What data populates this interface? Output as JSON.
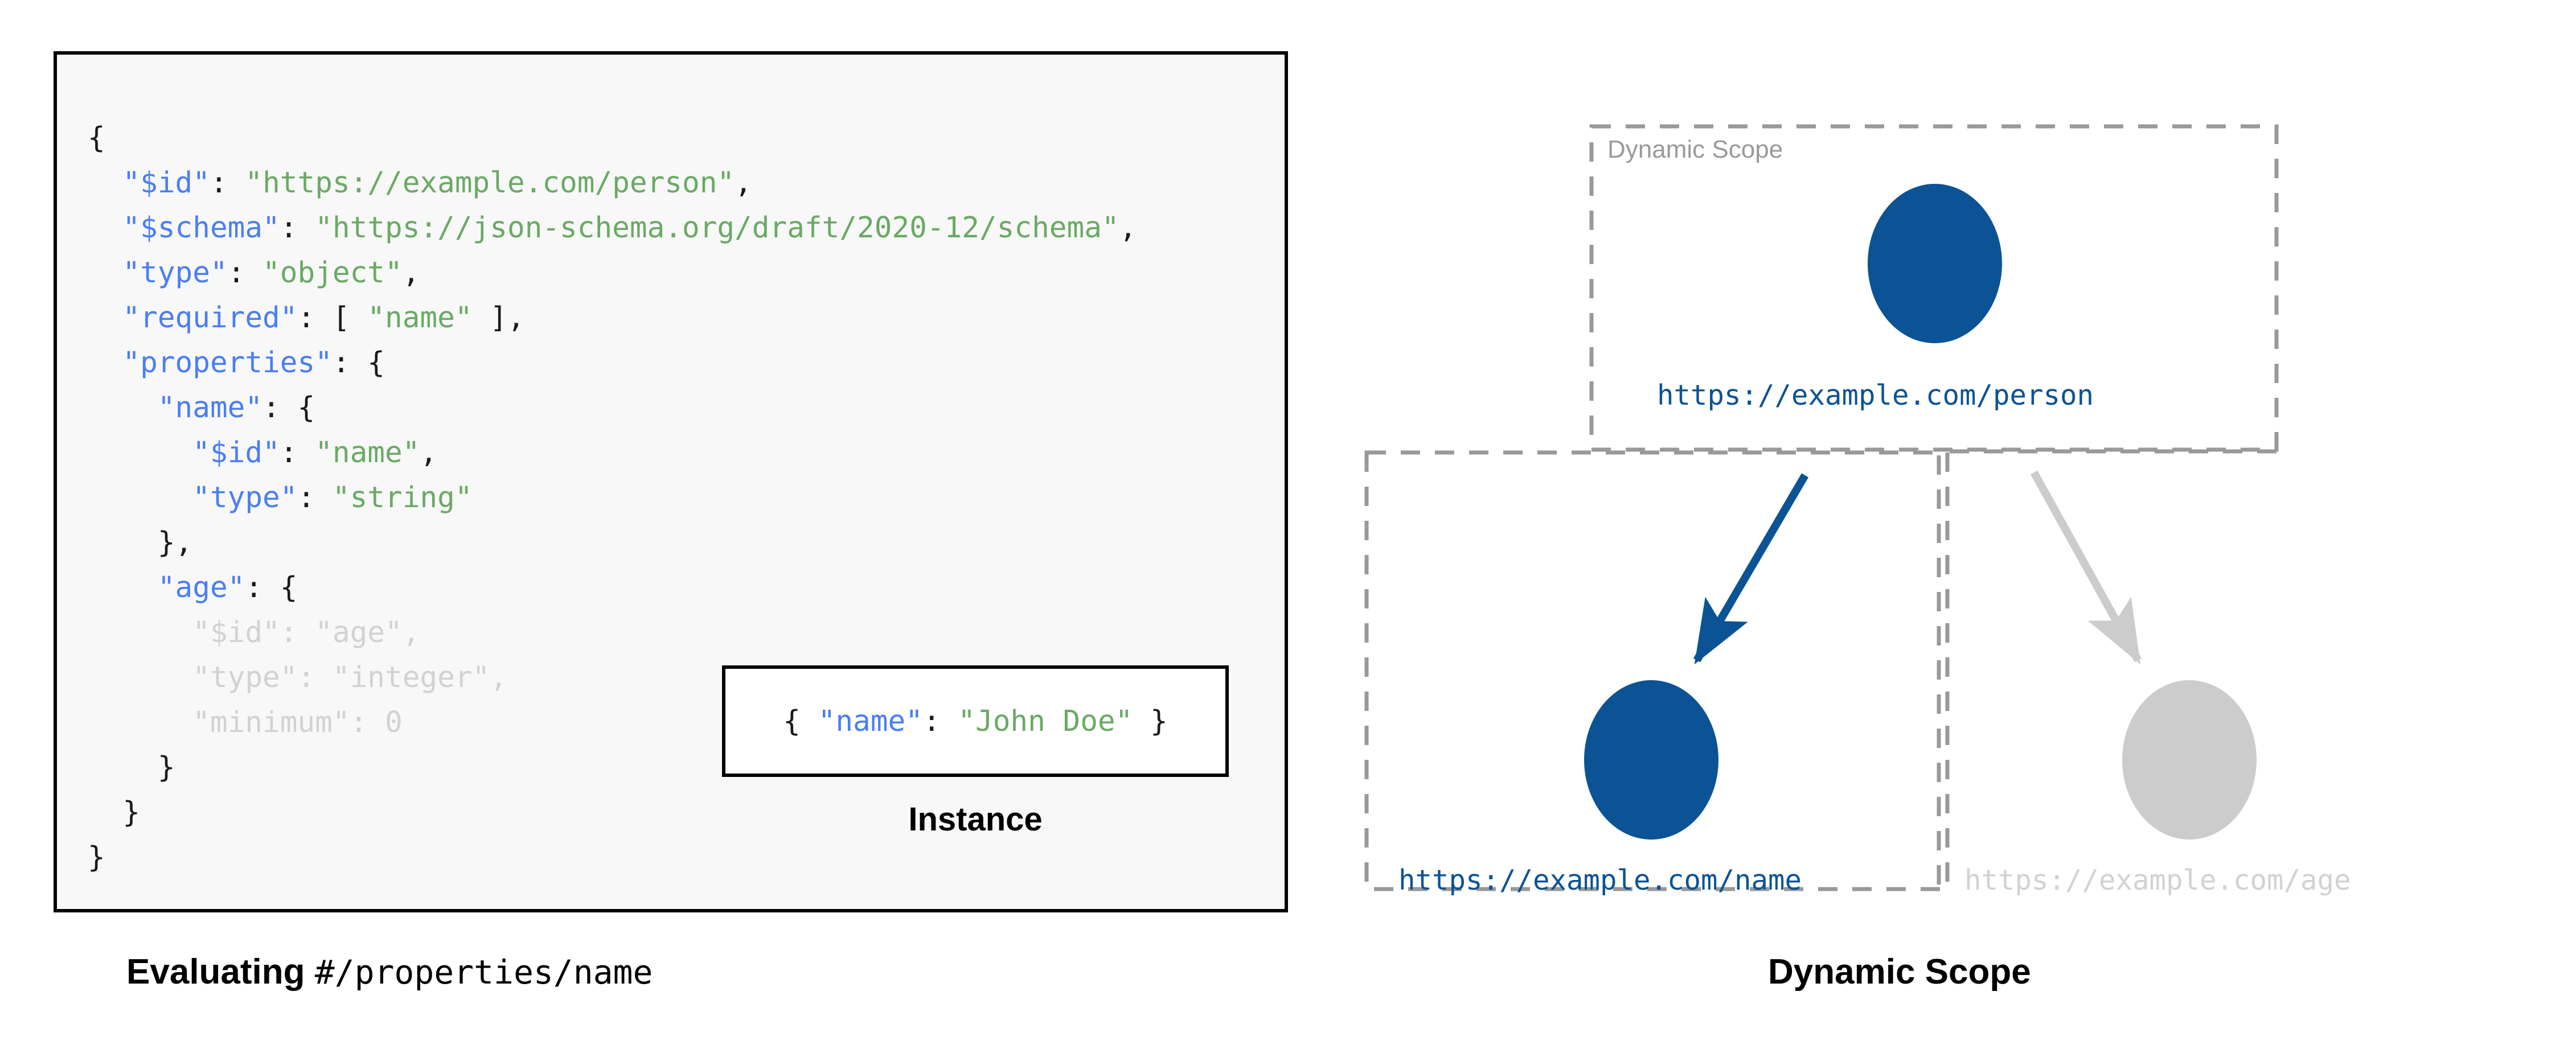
{
  "colors": {
    "active_blue": "#0b5394",
    "muted_gray": "#cccccc",
    "dash_gray": "#999999",
    "key_blue": "#4a7ef5",
    "string_green": "#6aaa64",
    "faded_text": "#d2d2d2",
    "panel_bg": "#f8f8f8",
    "panel_border": "#000000"
  },
  "left_panel": {
    "schema_code": {
      "lines": [
        "{",
        "  \"$id\": \"https://example.com/person\",",
        "  \"$schema\": \"https://json-schema.org/draft/2020-12/schema\",",
        "  \"type\": \"object\",",
        "  \"required\": [ \"name\" ],",
        "  \"properties\": {",
        "    \"name\": {",
        "      \"$id\": \"name\",",
        "      \"type\": \"string\"",
        "    },",
        "    \"age\": {",
        "      \"$id\": \"age\",",
        "      \"type\": \"integer\",",
        "      \"minimum\": 0",
        "    }",
        "  }",
        "}"
      ],
      "tokens": {
        "id_key": "\"$id\"",
        "id_value": "\"https://example.com/person\"",
        "schema_key": "\"$schema\"",
        "schema_value": "\"https://json-schema.org/draft/2020-12/schema\"",
        "type_key": "\"type\"",
        "type_value_object": "\"object\"",
        "required_key": "\"required\"",
        "required_value": "\"name\"",
        "properties_key": "\"properties\"",
        "name_key": "\"name\"",
        "name_id_value": "\"name\"",
        "name_type_value": "\"string\"",
        "age_key": "\"age\"",
        "age_id_value": "\"age\"",
        "age_type_value": "\"integer\"",
        "minimum_key": "\"minimum\"",
        "minimum_value": "0"
      }
    },
    "instance": {
      "code": "{ \"name\": \"John Doe\" }",
      "key": "\"name\"",
      "value": "\"John Doe\"",
      "caption": "Instance"
    },
    "caption_bold": "Evaluating",
    "caption_mono": "#/properties/name"
  },
  "right_panel": {
    "scope_box_title": "Dynamic Scope",
    "caption": "Dynamic Scope",
    "nodes": [
      {
        "id": "person",
        "label": "https://example.com/person",
        "state": "active"
      },
      {
        "id": "name",
        "label": "https://example.com/name",
        "state": "active"
      },
      {
        "id": "age",
        "label": "https://example.com/age",
        "state": "muted"
      }
    ],
    "edges": [
      {
        "from": "person",
        "to": "name",
        "state": "active"
      },
      {
        "from": "person",
        "to": "age",
        "state": "muted"
      }
    ]
  }
}
